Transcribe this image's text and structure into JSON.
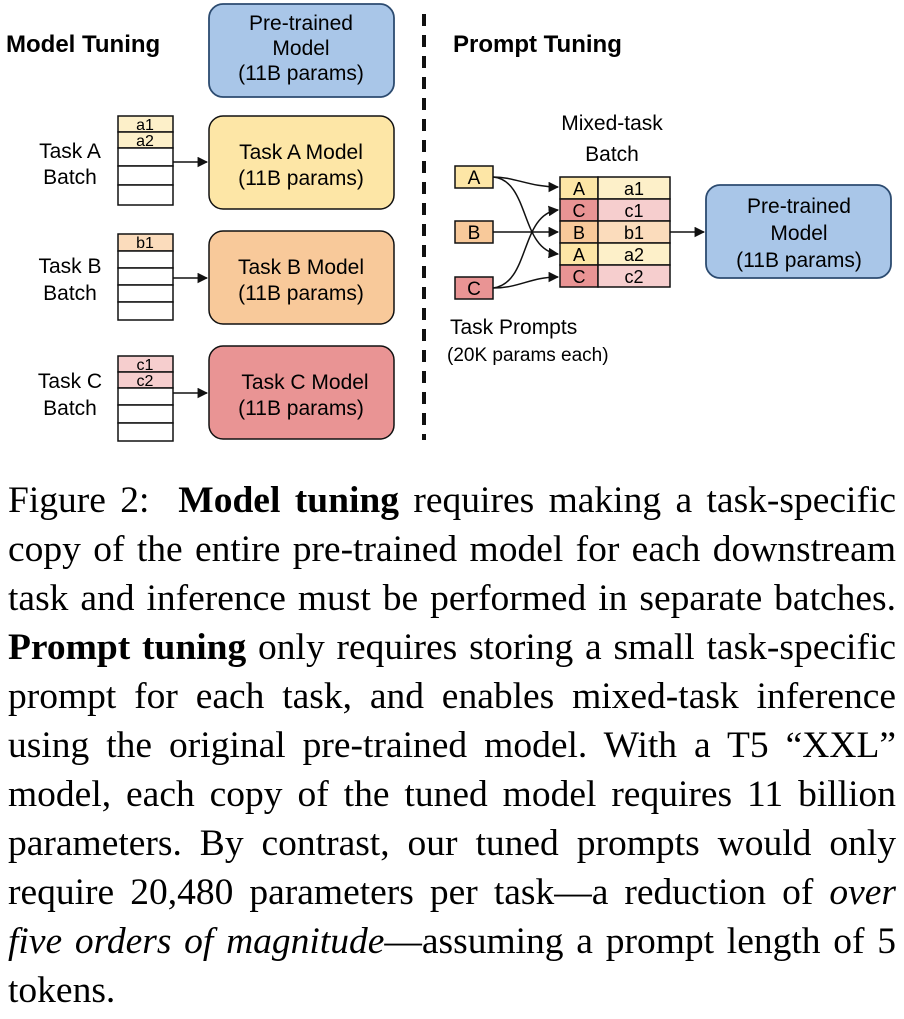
{
  "colors": {
    "pretrained_fill": "#a9c6e8",
    "pretrained_stroke": "#2c4b70",
    "task_a": "#fde6a6",
    "task_b": "#f8c99a",
    "task_c": "#e99494",
    "task_a_light": "#fdf0c9",
    "task_b_light": "#fbdcbc",
    "task_c_light": "#f6cece",
    "stroke": "#111111"
  },
  "model_tuning": {
    "title": "Model Tuning",
    "pretrained": {
      "line1": "Pre-trained",
      "line2": "Model",
      "line3": "(11B params)"
    },
    "tasks": [
      {
        "batch_line1": "Task A",
        "batch_line2": "Batch",
        "rows": [
          "a1",
          "a2"
        ],
        "model_line1": "Task A Model",
        "model_line2": "(11B params)"
      },
      {
        "batch_line1": "Task B",
        "batch_line2": "Batch",
        "rows": [
          "b1"
        ],
        "model_line1": "Task B Model",
        "model_line2": "(11B params)"
      },
      {
        "batch_line1": "Task C",
        "batch_line2": "Batch",
        "rows": [
          "c1",
          "c2"
        ],
        "model_line1": "Task C Model",
        "model_line2": "(11B params)"
      }
    ]
  },
  "prompt_tuning": {
    "title": "Prompt Tuning",
    "prompts": [
      "A",
      "B",
      "C"
    ],
    "batch_label_line1": "Mixed-task",
    "batch_label_line2": "Batch",
    "batch_rows": [
      {
        "prompt": "A",
        "input": "a1"
      },
      {
        "prompt": "C",
        "input": "c1"
      },
      {
        "prompt": "B",
        "input": "b1"
      },
      {
        "prompt": "A",
        "input": "a2"
      },
      {
        "prompt": "C",
        "input": "c2"
      }
    ],
    "prompts_label_line1": "Task Prompts",
    "prompts_label_line2": "(20K params each)",
    "pretrained": {
      "line1": "Pre-trained",
      "line2": "Model",
      "line3": "(11B params)"
    }
  },
  "caption": {
    "prefix": "Figure 2:",
    "bold1": "Model tuning",
    "text1": "requires making a task-specific copy of the entire pre-trained model for each downstream task and inference must be performed in separate batches.",
    "bold2": "Prompt tuning",
    "text2": "only requires storing a small task-specific prompt for each task, and enables mixed-task inference using the original pre-trained model. With a T5 “XXL” model, each copy of the tuned model requires 11 billion parameters. By contrast, our tuned prompts would only require 20,480 parameters per task—a reduction of",
    "italic": "over five orders of magnitude",
    "text3": "—assuming a prompt length of 5 tokens."
  }
}
